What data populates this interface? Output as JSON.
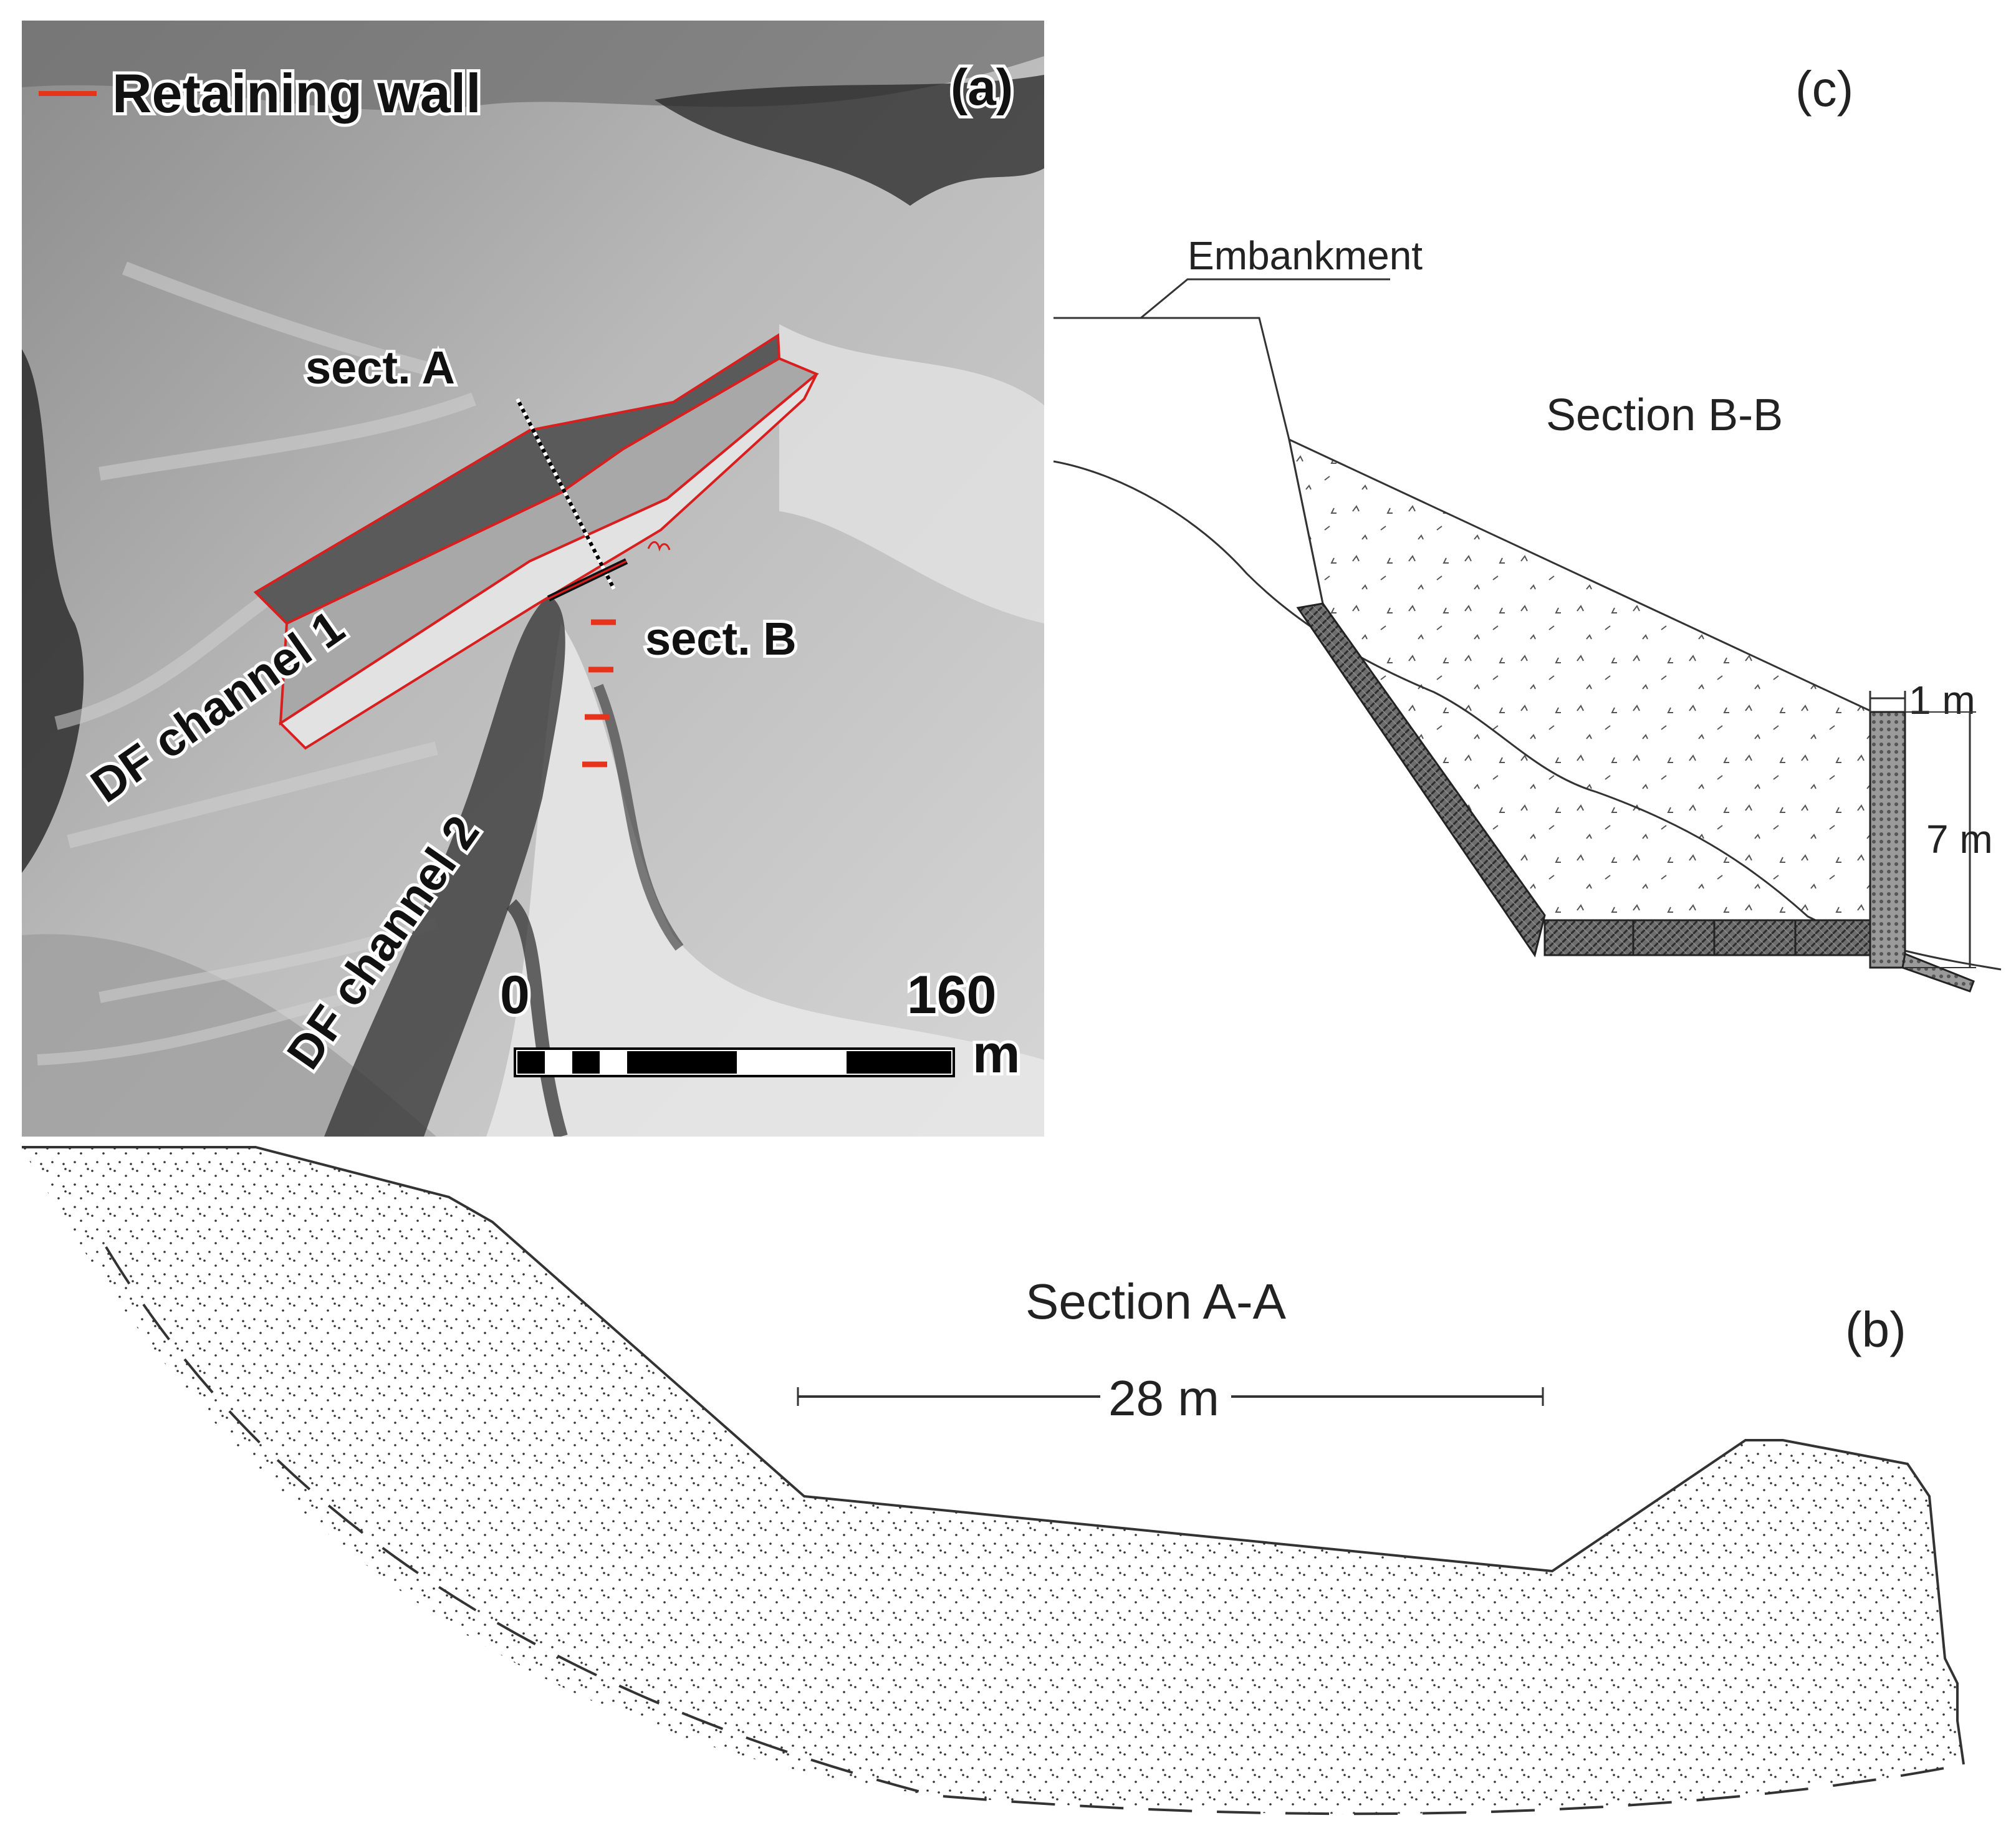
{
  "panel_a": {
    "panel_label": "(a)",
    "legend_label": "Retaining wall",
    "colors": {
      "retaining_wall": "#e8331c",
      "channel_outline": "#d81e1e"
    },
    "section_a_label": "sect. A",
    "section_b_label": "sect. B",
    "channel_1_label": "DF channel 1",
    "channel_2_label": "DF channel 2",
    "scale_start": "0",
    "scale_end": "160",
    "scale_unit": "m"
  },
  "panel_b": {
    "panel_label": "(b)",
    "title": "Section A-A",
    "width_dimension": "28 m"
  },
  "panel_c": {
    "panel_label": "(c)",
    "title": "Section B-B",
    "embankment_label": "Embankment",
    "wall_thickness": "1 m",
    "wall_height": "7 m"
  }
}
